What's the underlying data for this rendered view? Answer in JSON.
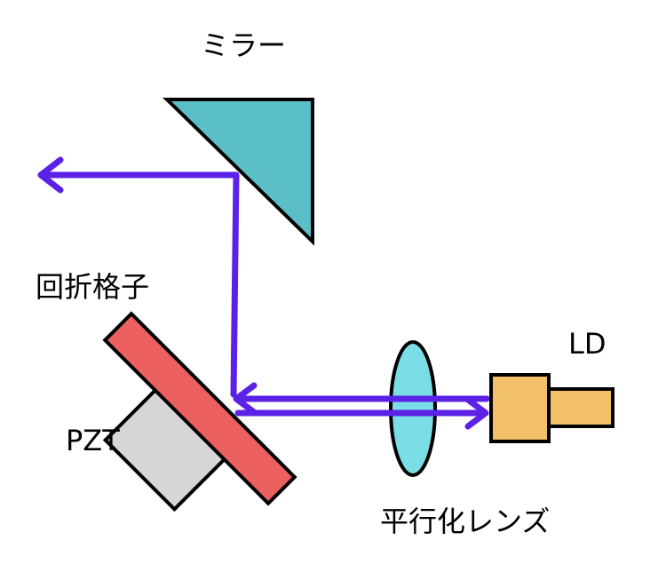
{
  "labels": {
    "mirror": "ミラー",
    "grating": "回折格子",
    "pzt": "PZT",
    "ld": "LD",
    "lens": "平行化レンズ"
  },
  "colors": {
    "beam": "#5b21e6",
    "mirror": "#5bbfc8",
    "grating": "#ec6060",
    "pzt": "#d6d6d6",
    "lens": "#7bdde6",
    "ld": "#f3c06a",
    "outline": "#000000"
  }
}
